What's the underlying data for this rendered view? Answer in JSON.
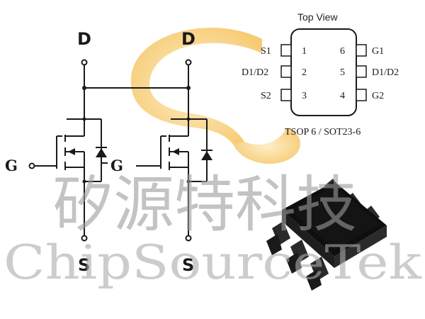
{
  "schematic": {
    "drain_left": "D",
    "drain_right": "D",
    "gate_left": "G",
    "gate_mid": "G",
    "source_left": "S",
    "source_right": "S"
  },
  "package": {
    "title": "Top View",
    "name": "TSOP 6 / SOT23-6",
    "pins": [
      {
        "number": "1",
        "label": "S1"
      },
      {
        "number": "2",
        "label": "D1/D2"
      },
      {
        "number": "3",
        "label": "S2"
      },
      {
        "number": "4",
        "label": "G2"
      },
      {
        "number": "5",
        "label": "D1/D2"
      },
      {
        "number": "6",
        "label": "G1"
      }
    ]
  },
  "watermark": {
    "chinese": "矽源特科技",
    "english": "ChipSourceTek",
    "logo_color": "#f4b944"
  }
}
